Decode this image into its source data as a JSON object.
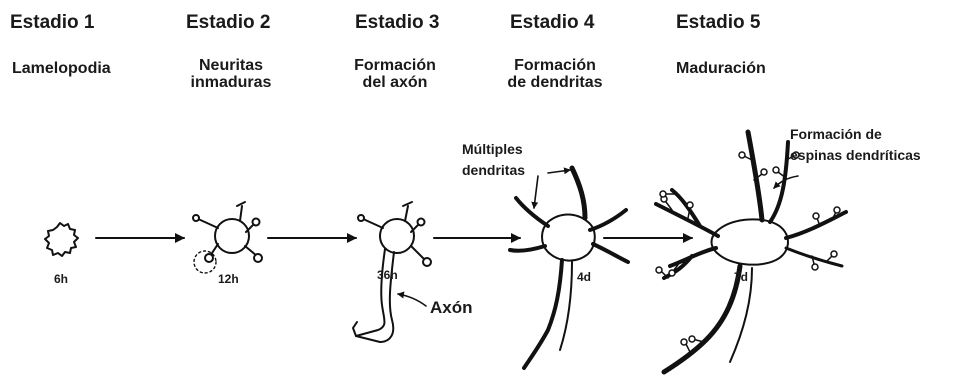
{
  "stages": [
    {
      "title": "Estadio 1",
      "subtitle_lines": [
        "Lamelopodia"
      ],
      "time": "6h"
    },
    {
      "title": "Estadio 2",
      "subtitle_lines": [
        "Neuritas",
        "inmaduras"
      ],
      "time": "12h"
    },
    {
      "title": "Estadio 3",
      "subtitle_lines": [
        "Formación",
        "del axón"
      ],
      "time": "36h"
    },
    {
      "title": "Estadio 4",
      "subtitle_lines": [
        "Formación",
        "de dendritas"
      ],
      "time": "4d"
    },
    {
      "title": "Estadio 5",
      "subtitle_lines": [
        "Maduración"
      ],
      "time": "7d"
    }
  ],
  "annotations": {
    "axon": "Axón",
    "multiple_dendrites_lines": [
      "Múltiples",
      "dendritas"
    ],
    "spines_lines": [
      "Formación de",
      "espinas dendríticas"
    ]
  }
}
